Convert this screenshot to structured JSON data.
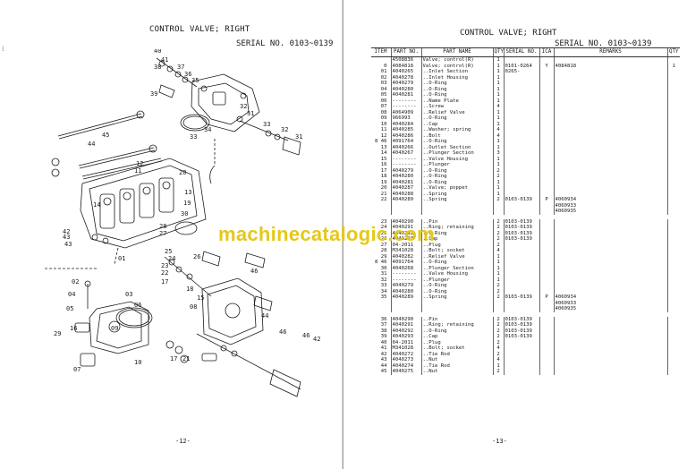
{
  "left_page": {
    "title": "CONTROL VALVE; RIGHT",
    "serial": "SERIAL NO. 0103~0139",
    "side_mark": "⁝",
    "footer": "-12-",
    "callouts": [
      "40",
      "41",
      "38",
      "37",
      "36",
      "35",
      "39",
      "33",
      "34",
      "32",
      "31",
      "33",
      "32",
      "31",
      "44",
      "45",
      "43",
      "14",
      "20",
      "19",
      "13",
      "12",
      "11",
      "30",
      "42",
      "43",
      "01",
      "02",
      "03",
      "04",
      "05",
      "06",
      "07",
      "16",
      "09",
      "10",
      "29",
      "26",
      "25",
      "24",
      "23",
      "22",
      "17",
      "18",
      "15",
      "08",
      "28",
      "27",
      "46",
      "44",
      "46",
      "42",
      "46",
      "17",
      "21"
    ]
  },
  "right_page": {
    "title": "CONTROL VALVE; RIGHT",
    "serial": "SERIAL NO. 0103~0139",
    "footer": "-13-",
    "columns": [
      "ITEM",
      "PART NO.",
      "PART NAME",
      "QTY",
      "SERIAL NO.",
      "ICA",
      "REMARKS",
      "QTY"
    ],
    "rows": [
      [
        "",
        "4508836",
        "Valve; control(R)",
        "1",
        "",
        "",
        "",
        ""
      ],
      [
        "0",
        "4084818",
        "Valve; control(R)",
        "1",
        "0101-0264",
        "Y",
        "4084818",
        "1"
      ],
      [
        "01",
        "4040265",
        "..Inlet Section",
        "1",
        "0265-",
        "",
        "",
        ""
      ],
      [
        "02",
        "4040278",
        "..Inlet Housing",
        "1",
        "",
        "",
        "",
        ""
      ],
      [
        "03",
        "4040279",
        "..O-Ring",
        "1",
        "",
        "",
        "",
        ""
      ],
      [
        "04",
        "4040280",
        "..O-Ring",
        "1",
        "",
        "",
        "",
        ""
      ],
      [
        "05",
        "4040281",
        "..O-Ring",
        "1",
        "",
        "",
        "",
        ""
      ],
      [
        "06",
        "--------",
        "..Name Plate",
        "1",
        "",
        "",
        "",
        ""
      ],
      [
        "07",
        "--------",
        "..Screw",
        "4",
        "",
        "",
        "",
        ""
      ],
      [
        "08",
        "4064909",
        "..Relief Valve",
        "1",
        "",
        "",
        "",
        ""
      ],
      [
        "09",
        "966993",
        "..O-Ring",
        "1",
        "",
        "",
        "",
        ""
      ],
      [
        "10",
        "4040284",
        "..Cap",
        "1",
        "",
        "",
        "",
        ""
      ],
      [
        "11",
        "4040285",
        "..Washer; spring",
        "4",
        "",
        "",
        "",
        ""
      ],
      [
        "12",
        "4040286",
        "..Bolt",
        "4",
        "",
        "",
        "",
        ""
      ],
      [
        "8 46",
        "4091764",
        "..O-Ring",
        "1",
        "",
        "",
        "",
        ""
      ],
      [
        "13",
        "4040266",
        "..Outlet Section",
        "1",
        "",
        "",
        "",
        ""
      ],
      [
        "14",
        "4040267",
        "..Plunger Section",
        "3",
        "",
        "",
        "",
        ""
      ],
      [
        "15",
        "--------",
        "..Valve Housing",
        "1",
        "",
        "",
        "",
        ""
      ],
      [
        "16",
        "--------",
        "..Plunger",
        "1",
        "",
        "",
        "",
        ""
      ],
      [
        "17",
        "4040279",
        "..O-Ring",
        "2",
        "",
        "",
        "",
        ""
      ],
      [
        "18",
        "4040280",
        "..O-Ring",
        "2",
        "",
        "",
        "",
        ""
      ],
      [
        "19",
        "4040281",
        "..O-Ring",
        "1",
        "",
        "",
        "",
        ""
      ],
      [
        "20",
        "4040287",
        "..Valve; poppet",
        "1",
        "",
        "",
        "",
        ""
      ],
      [
        "21",
        "4040288",
        "..Spring",
        "1",
        "",
        "",
        "",
        ""
      ],
      [
        "22",
        "4040289",
        "..Spring",
        "2",
        "0103-0139",
        "P",
        "4060934",
        ""
      ],
      [
        "",
        "",
        "",
        "",
        "",
        "",
        "4060933",
        ""
      ],
      [
        "",
        "",
        "",
        "",
        "",
        "",
        "4060935",
        ""
      ],
      [
        "GAP",
        "",
        "",
        "",
        "",
        "",
        "",
        ""
      ],
      [
        "23",
        "4040290",
        "..Pin",
        "2",
        "0103-0139",
        "",
        "",
        ""
      ],
      [
        "24",
        "4040291",
        "..Ring; retaining",
        "2",
        "0103-0139",
        "",
        "",
        ""
      ],
      [
        "25",
        "4040292",
        "..O-Ring",
        "2",
        "0103-0139",
        "",
        "",
        ""
      ],
      [
        "26",
        "4040293",
        "..Cap",
        "2",
        "0103-0139",
        "",
        "",
        ""
      ],
      [
        "27",
        "04-2011",
        "..Plug",
        "2",
        "",
        "",
        "",
        ""
      ],
      [
        "28",
        "M341028",
        "..Bolt; socket",
        "4",
        "",
        "",
        "",
        ""
      ],
      [
        "29",
        "4040282",
        "..Relief Valve",
        "1",
        "",
        "",
        "",
        ""
      ],
      [
        "8 46",
        "4091764",
        "..O-Ring",
        "1",
        "",
        "",
        "",
        ""
      ],
      [
        "30",
        "4040268",
        "..Plunger Section",
        "1",
        "",
        "",
        "",
        ""
      ],
      [
        "31",
        "--------",
        "..Valve Housing",
        "1",
        "",
        "",
        "",
        ""
      ],
      [
        "32",
        "--------",
        "..Plunger",
        "1",
        "",
        "",
        "",
        ""
      ],
      [
        "33",
        "4040279",
        "..O-Ring",
        "2",
        "",
        "",
        "",
        ""
      ],
      [
        "34",
        "4040280",
        "..O-Ring",
        "2",
        "",
        "",
        "",
        ""
      ],
      [
        "35",
        "4040289",
        "..Spring",
        "2",
        "0103-0139",
        "P",
        "4060934",
        ""
      ],
      [
        "",
        "",
        "",
        "",
        "",
        "",
        "4060933",
        ""
      ],
      [
        "",
        "",
        "",
        "",
        "",
        "",
        "4060935",
        ""
      ],
      [
        "GAP",
        "",
        "",
        "",
        "",
        "",
        "",
        ""
      ],
      [
        "36",
        "4040290",
        "..Pin",
        "2",
        "0103-0139",
        "",
        "",
        ""
      ],
      [
        "37",
        "4040291",
        "..Ring; retaining",
        "2",
        "0103-0139",
        "",
        "",
        ""
      ],
      [
        "38",
        "4040292",
        "..O-Ring",
        "2",
        "0103-0139",
        "",
        "",
        ""
      ],
      [
        "39",
        "4040293",
        "..Cap",
        "2",
        "0103-0139",
        "",
        "",
        ""
      ],
      [
        "40",
        "04-2011",
        "..Plug",
        "2",
        "",
        "",
        "",
        ""
      ],
      [
        "41",
        "M341028",
        "..Bolt; socket",
        "4",
        "",
        "",
        "",
        ""
      ],
      [
        "42",
        "4040272",
        "..Tie Rod",
        "2",
        "",
        "",
        "",
        ""
      ],
      [
        "43",
        "4040273",
        "..Nut",
        "4",
        "",
        "",
        "",
        ""
      ],
      [
        "44",
        "4040274",
        "..Tie Rod",
        "1",
        "",
        "",
        "",
        ""
      ],
      [
        "45",
        "4040275",
        "..Nut",
        "2",
        "",
        "",
        "",
        ""
      ]
    ]
  },
  "watermark": "machinecatalogic.com"
}
